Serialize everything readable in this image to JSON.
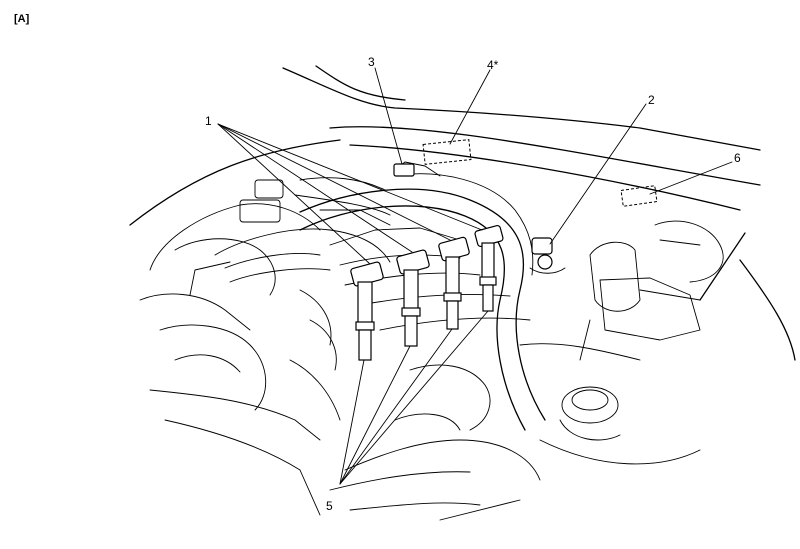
{
  "figure_tag": "[A]",
  "callouts": [
    {
      "id": "c1",
      "text": "1"
    },
    {
      "id": "c2",
      "text": "2"
    },
    {
      "id": "c3",
      "text": "3"
    },
    {
      "id": "c4",
      "text": "4*"
    },
    {
      "id": "c5",
      "text": "5"
    },
    {
      "id": "c6",
      "text": "6"
    }
  ]
}
